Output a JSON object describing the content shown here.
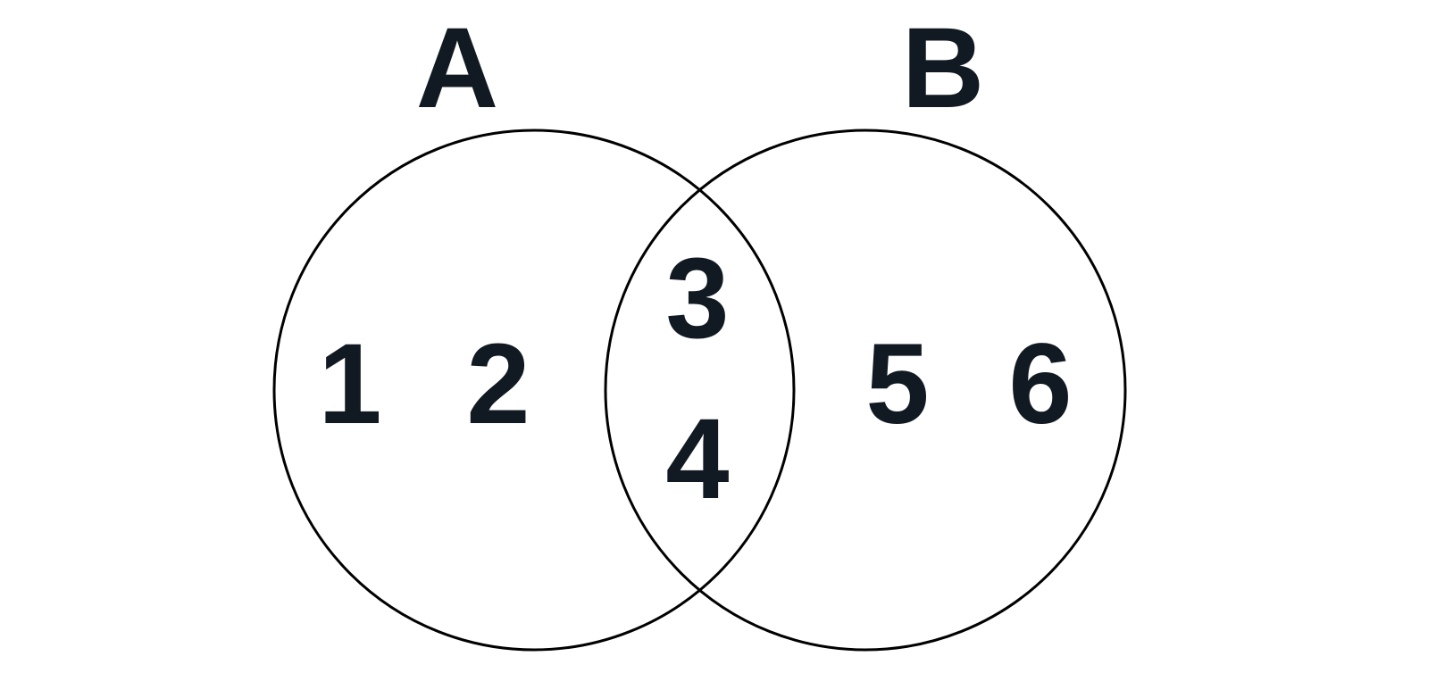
{
  "diagram": {
    "type": "venn",
    "text_color": "#111a22",
    "stroke_color": "#000000",
    "sets": [
      {
        "name": "A",
        "label": "A",
        "only": [
          "1",
          "2"
        ]
      },
      {
        "name": "B",
        "label": "B",
        "only": [
          "5",
          "6"
        ]
      }
    ],
    "intersection": [
      "3",
      "4"
    ]
  },
  "labels": {
    "set_a": "A",
    "set_b": "B",
    "a_only_1": "1",
    "a_only_2": "2",
    "ab_1": "3",
    "ab_2": "4",
    "b_only_1": "5",
    "b_only_2": "6"
  }
}
